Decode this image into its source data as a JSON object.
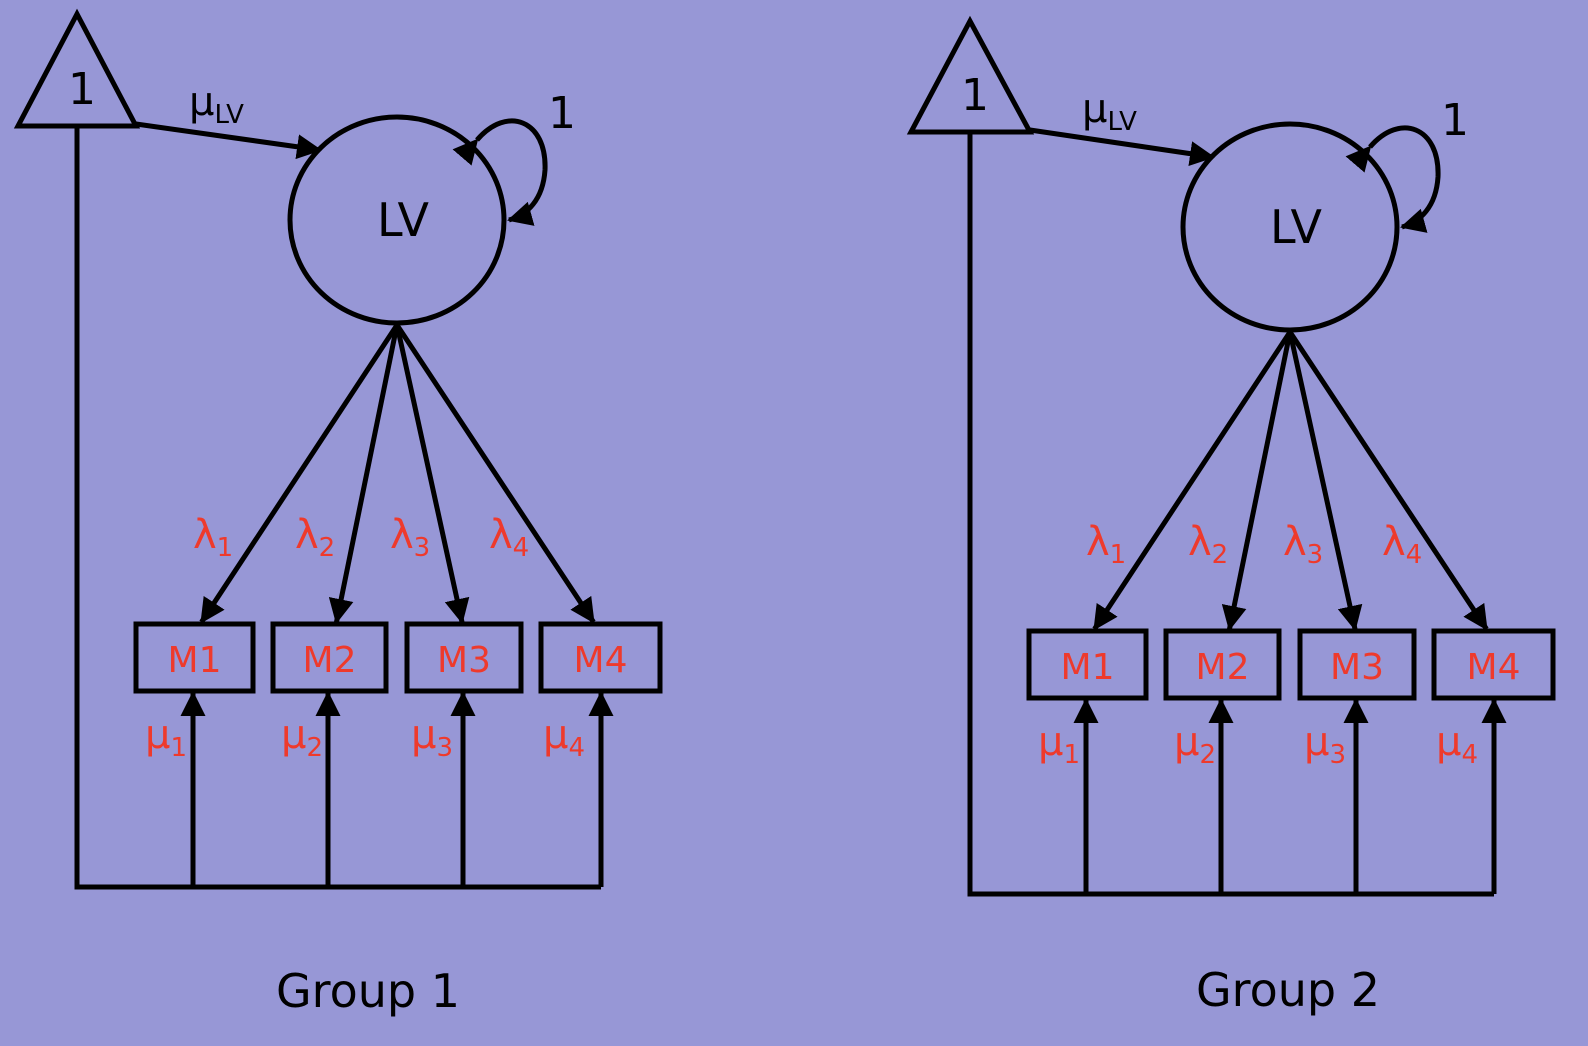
{
  "colors": {
    "background": "#9797d6",
    "line": "#000000",
    "parameter_text": "#ee3a2c"
  },
  "groups": [
    {
      "label": "Group 1",
      "constant": "1",
      "latent": "LV",
      "latent_mean": {
        "symbol": "μ",
        "sub": "LV"
      },
      "latent_variance": "1",
      "indicators": [
        "M1",
        "M2",
        "M3",
        "M4"
      ],
      "loadings": [
        {
          "symbol": "λ",
          "sub": "1"
        },
        {
          "symbol": "λ",
          "sub": "2"
        },
        {
          "symbol": "λ",
          "sub": "3"
        },
        {
          "symbol": "λ",
          "sub": "4"
        }
      ],
      "intercepts": [
        {
          "symbol": "μ",
          "sub": "1"
        },
        {
          "symbol": "μ",
          "sub": "2"
        },
        {
          "symbol": "μ",
          "sub": "3"
        },
        {
          "symbol": "μ",
          "sub": "4"
        }
      ]
    },
    {
      "label": "Group 2",
      "constant": "1",
      "latent": "LV",
      "latent_mean": {
        "symbol": "μ",
        "sub": "LV"
      },
      "latent_variance": "1",
      "indicators": [
        "M1",
        "M2",
        "M3",
        "M4"
      ],
      "loadings": [
        {
          "symbol": "λ",
          "sub": "1"
        },
        {
          "symbol": "λ",
          "sub": "2"
        },
        {
          "symbol": "λ",
          "sub": "3"
        },
        {
          "symbol": "λ",
          "sub": "4"
        }
      ],
      "intercepts": [
        {
          "symbol": "μ",
          "sub": "1"
        },
        {
          "symbol": "μ",
          "sub": "2"
        },
        {
          "symbol": "μ",
          "sub": "3"
        },
        {
          "symbol": "μ",
          "sub": "4"
        }
      ]
    }
  ]
}
